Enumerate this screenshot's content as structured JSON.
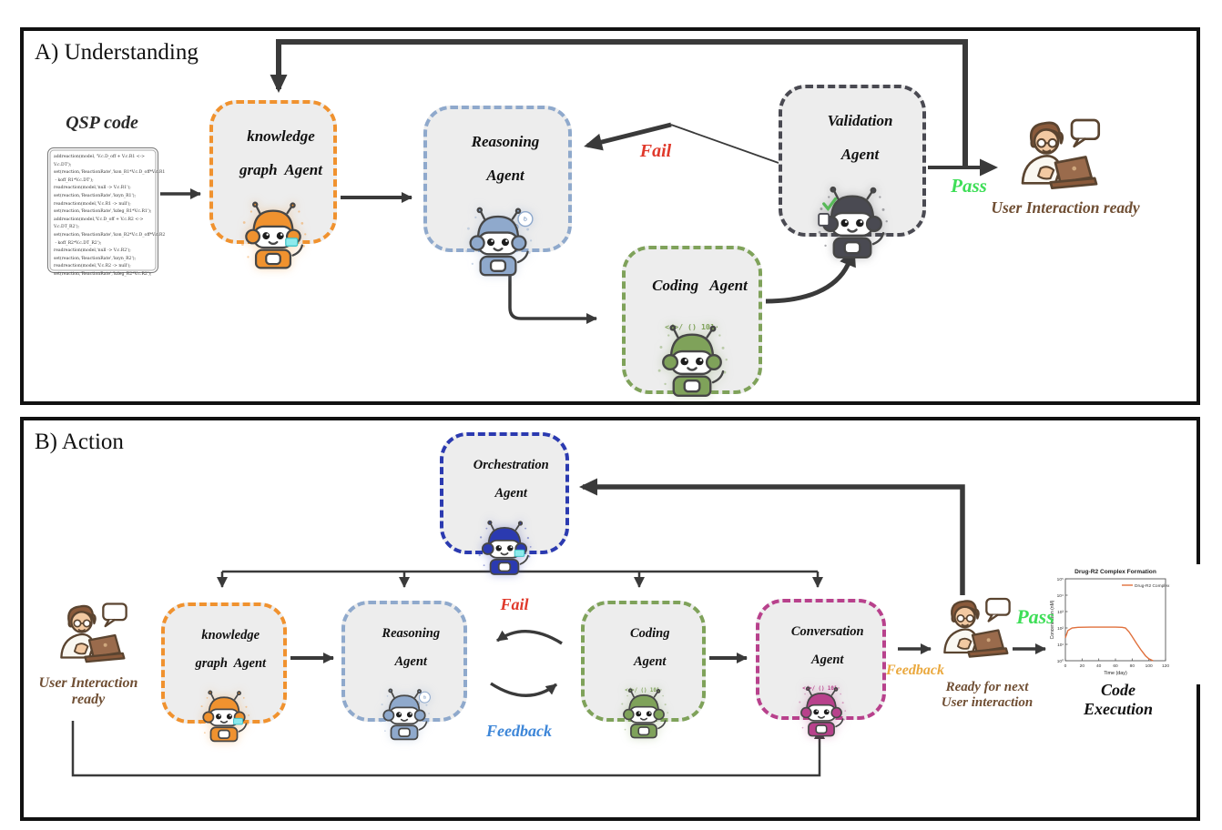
{
  "panel_a": {
    "title": "A) Understanding",
    "qsp_label": "QSP code",
    "qsp_code_lines": [
      "addreaction(model, 'V.c.D_off + V.c.R1 <-> V.c.DT');",
      "set(reaction,'ReactionRate','kon_R1*V.c.D_off*V.c.R1",
      " - koff_R1*V.c.DT');",
      "readreaction(model,'null -> V.c.R1');",
      "set(reaction,'ReactionRate','ksyn_R1');",
      "readreaction(model,'V.c.R1 -> null');",
      "set(reaction,'ReactionRate','kdeg_R1*V.c.R1');",
      "addreaction(model,'V.c.D_off + V.c.R2 <-> V.c.DT_R2');",
      "set(reaction,'ReactionRate','kon_R2*V.c.D_off*V.c.R2",
      " - koff_R2*V.c.DT_R2');",
      "readreaction(model,'null -> V.c.R2');",
      "set(reaction,'ReactionRate','ksyn_R2');",
      "readreaction(model,'V.c.R2 -> null');",
      "set(reaction,'ReactionRate','kdeg_R2*V.c.R2');"
    ],
    "agents": {
      "knowledge_graph": {
        "line1": "knowledge",
        "line2": "graph  Agent"
      },
      "reasoning": {
        "line1": "Reasoning",
        "line2": "Agent"
      },
      "coding": {
        "line1": "Coding   Agent"
      },
      "validation": {
        "line1": "Validation",
        "line2": "Agent"
      }
    },
    "labels": {
      "fail": "Fail",
      "pass": "Pass",
      "user_ready": "User Interaction ready"
    }
  },
  "panel_b": {
    "title": "B) Action",
    "agents": {
      "orchestration": {
        "line1": "Orchestration",
        "line2": "Agent"
      },
      "knowledge_graph": {
        "line1": "knowledge",
        "line2": "graph  Agent"
      },
      "reasoning": {
        "line1": "Reasoning",
        "line2": "Agent"
      },
      "coding": {
        "line1": "Coding",
        "line2": "Agent"
      },
      "conversation": {
        "line1": "Conversation",
        "line2": "Agent"
      }
    },
    "labels": {
      "fail": "Fail",
      "feedback_cycle": "Feedback",
      "feedback_user": "Feedback",
      "pass": "Pass",
      "user_ready_line1": "User Interaction",
      "user_ready_line2": "ready",
      "ready_next_line1": "Ready for next",
      "ready_next_line2": "User interaction",
      "code_exec_line1": "Code",
      "code_exec_line2": "Execution"
    }
  },
  "colors": {
    "knowledge_graph": "#f0922f",
    "reasoning": "#8fa9cc",
    "coding": "#7fa25a",
    "validation": "#4a4a52",
    "orchestration": "#2b3ab0",
    "conversation": "#b8418c",
    "fail": "#e0392b",
    "pass": "#3ede57",
    "feedback_blue": "#3d86d8",
    "feedback_orange": "#eaa83d",
    "brown_text": "#6f4e33",
    "box_fill": "#ededed",
    "arrow": "#3a3a3a"
  },
  "chart_data": {
    "type": "line",
    "title": "Drug-R2 Complex Formation",
    "xlabel": "Time (day)",
    "ylabel": "Concentration (nM)",
    "legend": [
      "Drug-R2 Complex"
    ],
    "legend_position": "upper right",
    "line_color": "#e0703c",
    "xlim": [
      0,
      120
    ],
    "x_ticks": [
      0,
      20,
      40,
      60,
      80,
      100,
      120
    ],
    "ylim_log10": [
      0,
      5
    ],
    "y_tick_labels": [
      "10⁰",
      "10¹",
      "10²",
      "10³",
      "10⁴",
      "10⁵"
    ],
    "grid": false,
    "series": [
      {
        "name": "Drug-R2 Complex",
        "x": [
          0,
          3,
          8,
          15,
          30,
          45,
          60,
          68,
          72,
          76,
          80,
          85,
          90,
          96,
          100,
          105
        ],
        "y": [
          25,
          70,
          100,
          110,
          112,
          112,
          112,
          110,
          100,
          60,
          30,
          12,
          5,
          2,
          1.3,
          1
        ]
      }
    ]
  }
}
